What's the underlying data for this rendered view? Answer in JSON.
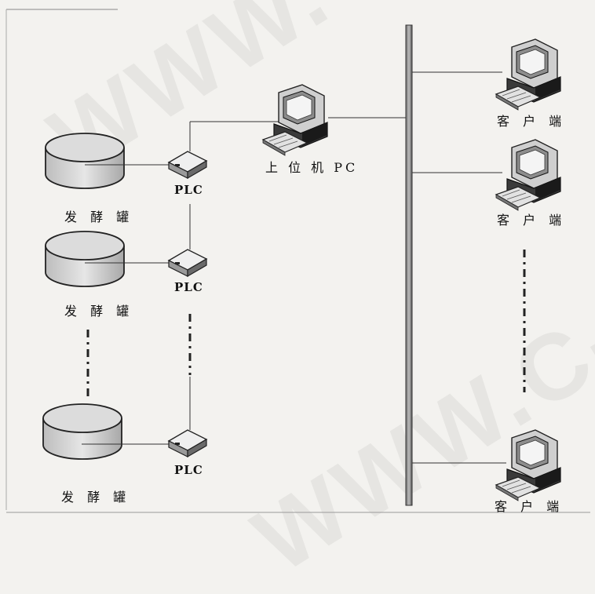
{
  "labels": {
    "tank": "发 酵 罐",
    "plc": "PLC",
    "host_pc": "上 位 机 PC",
    "client": "客 户 端"
  },
  "watermark": {
    "top": "WWW.",
    "bottom": "WWW.C-S"
  },
  "colors": {
    "line": "#333333",
    "bus": "#8a8a8a",
    "tank_fill": "#d9d9d9"
  }
}
